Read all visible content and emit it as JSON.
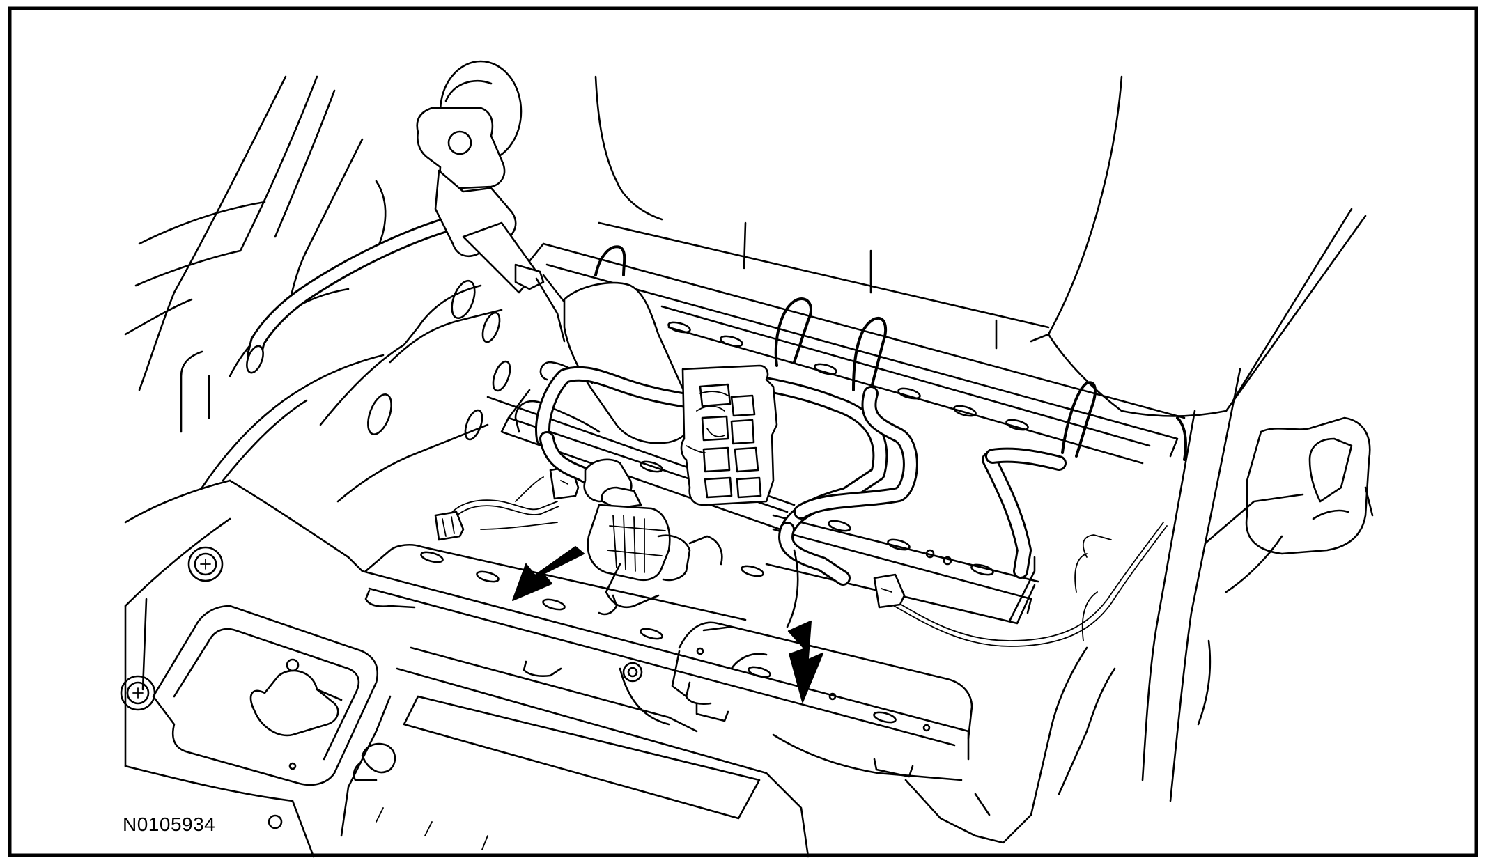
{
  "figure_id": "N0105934",
  "border_color": "#000000",
  "background_color": "#ffffff",
  "callouts": [
    {
      "name": "left-arrow",
      "color": "#000000"
    },
    {
      "name": "right-arrow",
      "color": "#000000"
    }
  ]
}
